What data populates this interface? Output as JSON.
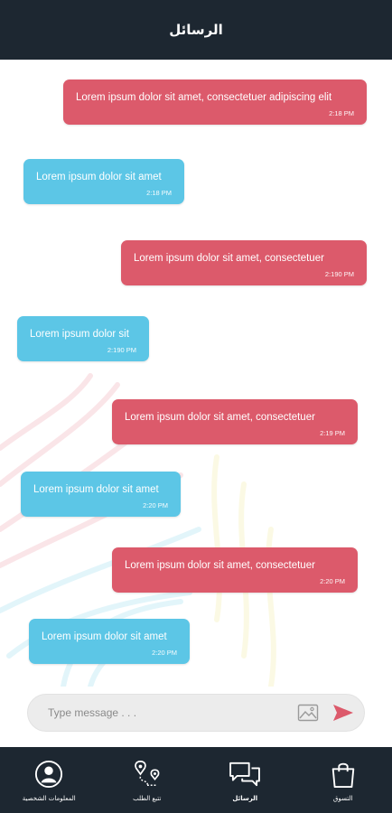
{
  "header": {
    "title": "الرسائل"
  },
  "messages": [
    {
      "type": "sent",
      "text": "Lorem ipsum dolor sit amet, consectetuer adipiscing elit",
      "time": "2:18 PM"
    },
    {
      "type": "received",
      "text": "Lorem ipsum dolor sit amet",
      "time": "2:18 PM"
    },
    {
      "type": "sent",
      "text": "Lorem ipsum dolor sit amet, consectetuer",
      "time": "2:190 PM"
    },
    {
      "type": "received",
      "text": "Lorem ipsum dolor sit",
      "time": "2:190 PM"
    },
    {
      "type": "sent",
      "text": "Lorem ipsum dolor sit amet, consectetuer",
      "time": "2:19 PM"
    },
    {
      "type": "received",
      "text": "Lorem ipsum dolor sit amet",
      "time": "2:20 PM"
    },
    {
      "type": "sent",
      "text": "Lorem ipsum dolor sit amet, consectetuer",
      "time": "2:20 PM"
    },
    {
      "type": "received",
      "text": "Lorem ipsum dolor sit amet",
      "time": "2:20 PM"
    }
  ],
  "composer": {
    "placeholder": "Type message . . ."
  },
  "nav": {
    "items": [
      {
        "label": "المعلومات الشخصية",
        "icon": "user-circle-icon"
      },
      {
        "label": "تتبع الطلب",
        "icon": "route-tracking-icon"
      },
      {
        "label": "الرسائل",
        "icon": "chat-bubbles-icon",
        "active": true
      },
      {
        "label": "التسوق",
        "icon": "shopping-bag-icon"
      }
    ]
  },
  "colors": {
    "header": "#1d2731",
    "sent_bubble": "#dc5a6b",
    "received_bubble": "#5cc6e6",
    "send_button": "#dc5a6b"
  }
}
